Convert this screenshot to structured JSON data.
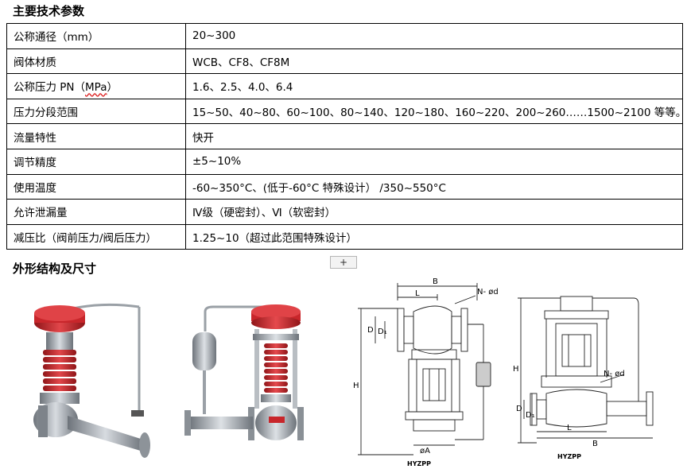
{
  "headings": {
    "specs": "主要技术参数",
    "dimensions": "外形结构及尺寸"
  },
  "spec_rows": [
    {
      "label": "公称通径（mm）",
      "value": "20~300"
    },
    {
      "label": "阀体材质",
      "value": "WCB、CF8、CF8M"
    },
    {
      "label_pre": "公称压力 PN（",
      "label_mark": "MPa",
      "label_post": "）",
      "value": "1.6、2.5、4.0、6.4"
    },
    {
      "label": "压力分段范围",
      "value": "15~50、40~80、60~100、80~140、120~180、160~220、200~260……1500~2100 等等。"
    },
    {
      "label": "流量特性",
      "value": "快开"
    },
    {
      "label": "调节精度",
      "value": "±5~10%"
    },
    {
      "label": "使用温度",
      "value": "-60~350°C、(低于-60°C 特殊设计）  /350~550°C"
    },
    {
      "label": "允许泄漏量",
      "value": "Ⅳ级（硬密封）、Ⅵ（软密封）"
    },
    {
      "label": "减压比（阀前压力/阀后压力）",
      "value": "1.25~10（超过此范围特殊设计）"
    }
  ],
  "controls": {
    "add_button": "+"
  },
  "drawings": {
    "left": {
      "B": "B",
      "L": "L",
      "N": "N- ød",
      "D": "D",
      "D1": "D₁",
      "H": "H",
      "A": "øA",
      "caption": "HYZPP"
    },
    "right": {
      "H": "H",
      "N": "N- ød",
      "D": "D",
      "D1": "D₁",
      "L": "L",
      "B": "B",
      "caption": "HYZPP"
    }
  },
  "colors": {
    "actuator_red": "#c8262b",
    "spring_red": "#d42a2e",
    "steel": "#9aa0a6",
    "border": "#000000"
  }
}
